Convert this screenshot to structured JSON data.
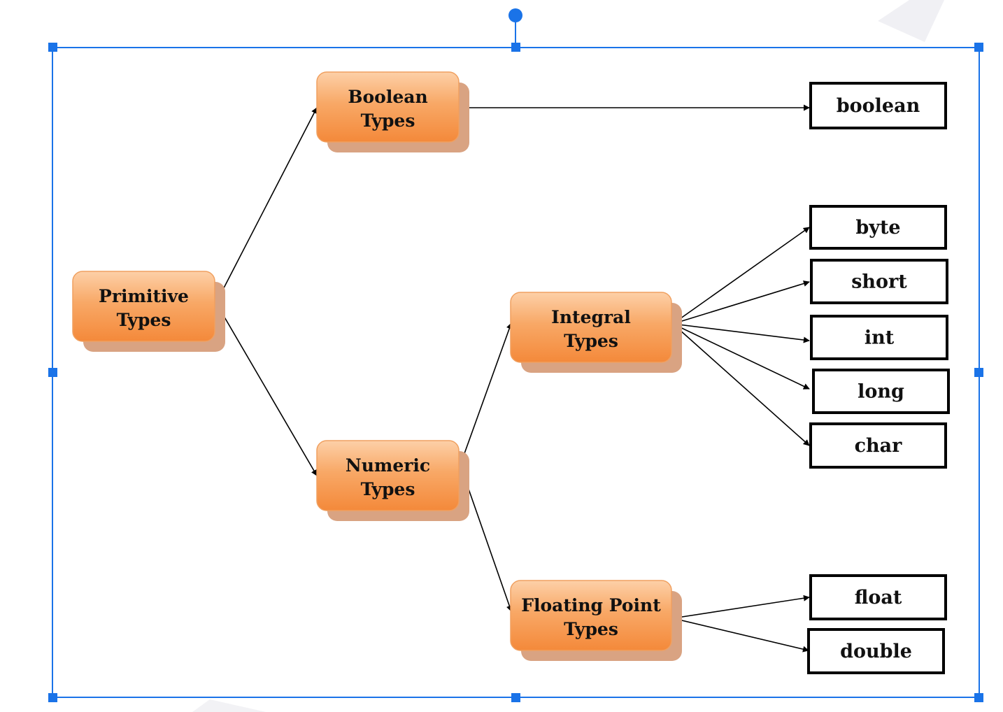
{
  "diagram": {
    "category_nodes": [
      {
        "id": "primitive",
        "line1": "Primitive",
        "line2": "Types"
      },
      {
        "id": "boolean_types",
        "line1": "Boolean",
        "line2": "Types"
      },
      {
        "id": "numeric",
        "line1": "Numeric",
        "line2": "Types"
      },
      {
        "id": "integral",
        "line1": "Integral",
        "line2": "Types"
      },
      {
        "id": "floating",
        "line1": "Floating Point",
        "line2": "Types"
      }
    ],
    "type_nodes": [
      {
        "id": "boolean",
        "label": "boolean"
      },
      {
        "id": "byte",
        "label": "byte"
      },
      {
        "id": "short",
        "label": "short"
      },
      {
        "id": "int",
        "label": "int"
      },
      {
        "id": "long",
        "label": "long"
      },
      {
        "id": "char",
        "label": "char"
      },
      {
        "id": "float",
        "label": "float"
      },
      {
        "id": "double",
        "label": "double"
      }
    ],
    "edges": [
      {
        "from": "primitive",
        "to": "boolean_types"
      },
      {
        "from": "primitive",
        "to": "numeric"
      },
      {
        "from": "boolean_types",
        "to": "boolean"
      },
      {
        "from": "numeric",
        "to": "integral"
      },
      {
        "from": "numeric",
        "to": "floating"
      },
      {
        "from": "integral",
        "to": "byte"
      },
      {
        "from": "integral",
        "to": "short"
      },
      {
        "from": "integral",
        "to": "int"
      },
      {
        "from": "integral",
        "to": "long"
      },
      {
        "from": "integral",
        "to": "char"
      },
      {
        "from": "floating",
        "to": "float"
      },
      {
        "from": "floating",
        "to": "double"
      }
    ]
  },
  "colors": {
    "node_fill_light": "#fdd0a8",
    "node_fill_dark": "#f4893a",
    "node_border": "#f0a060",
    "node_shadow": "#d9a382",
    "type_border": "#000000",
    "edge": "#000000",
    "selection": "#1a73e8"
  }
}
